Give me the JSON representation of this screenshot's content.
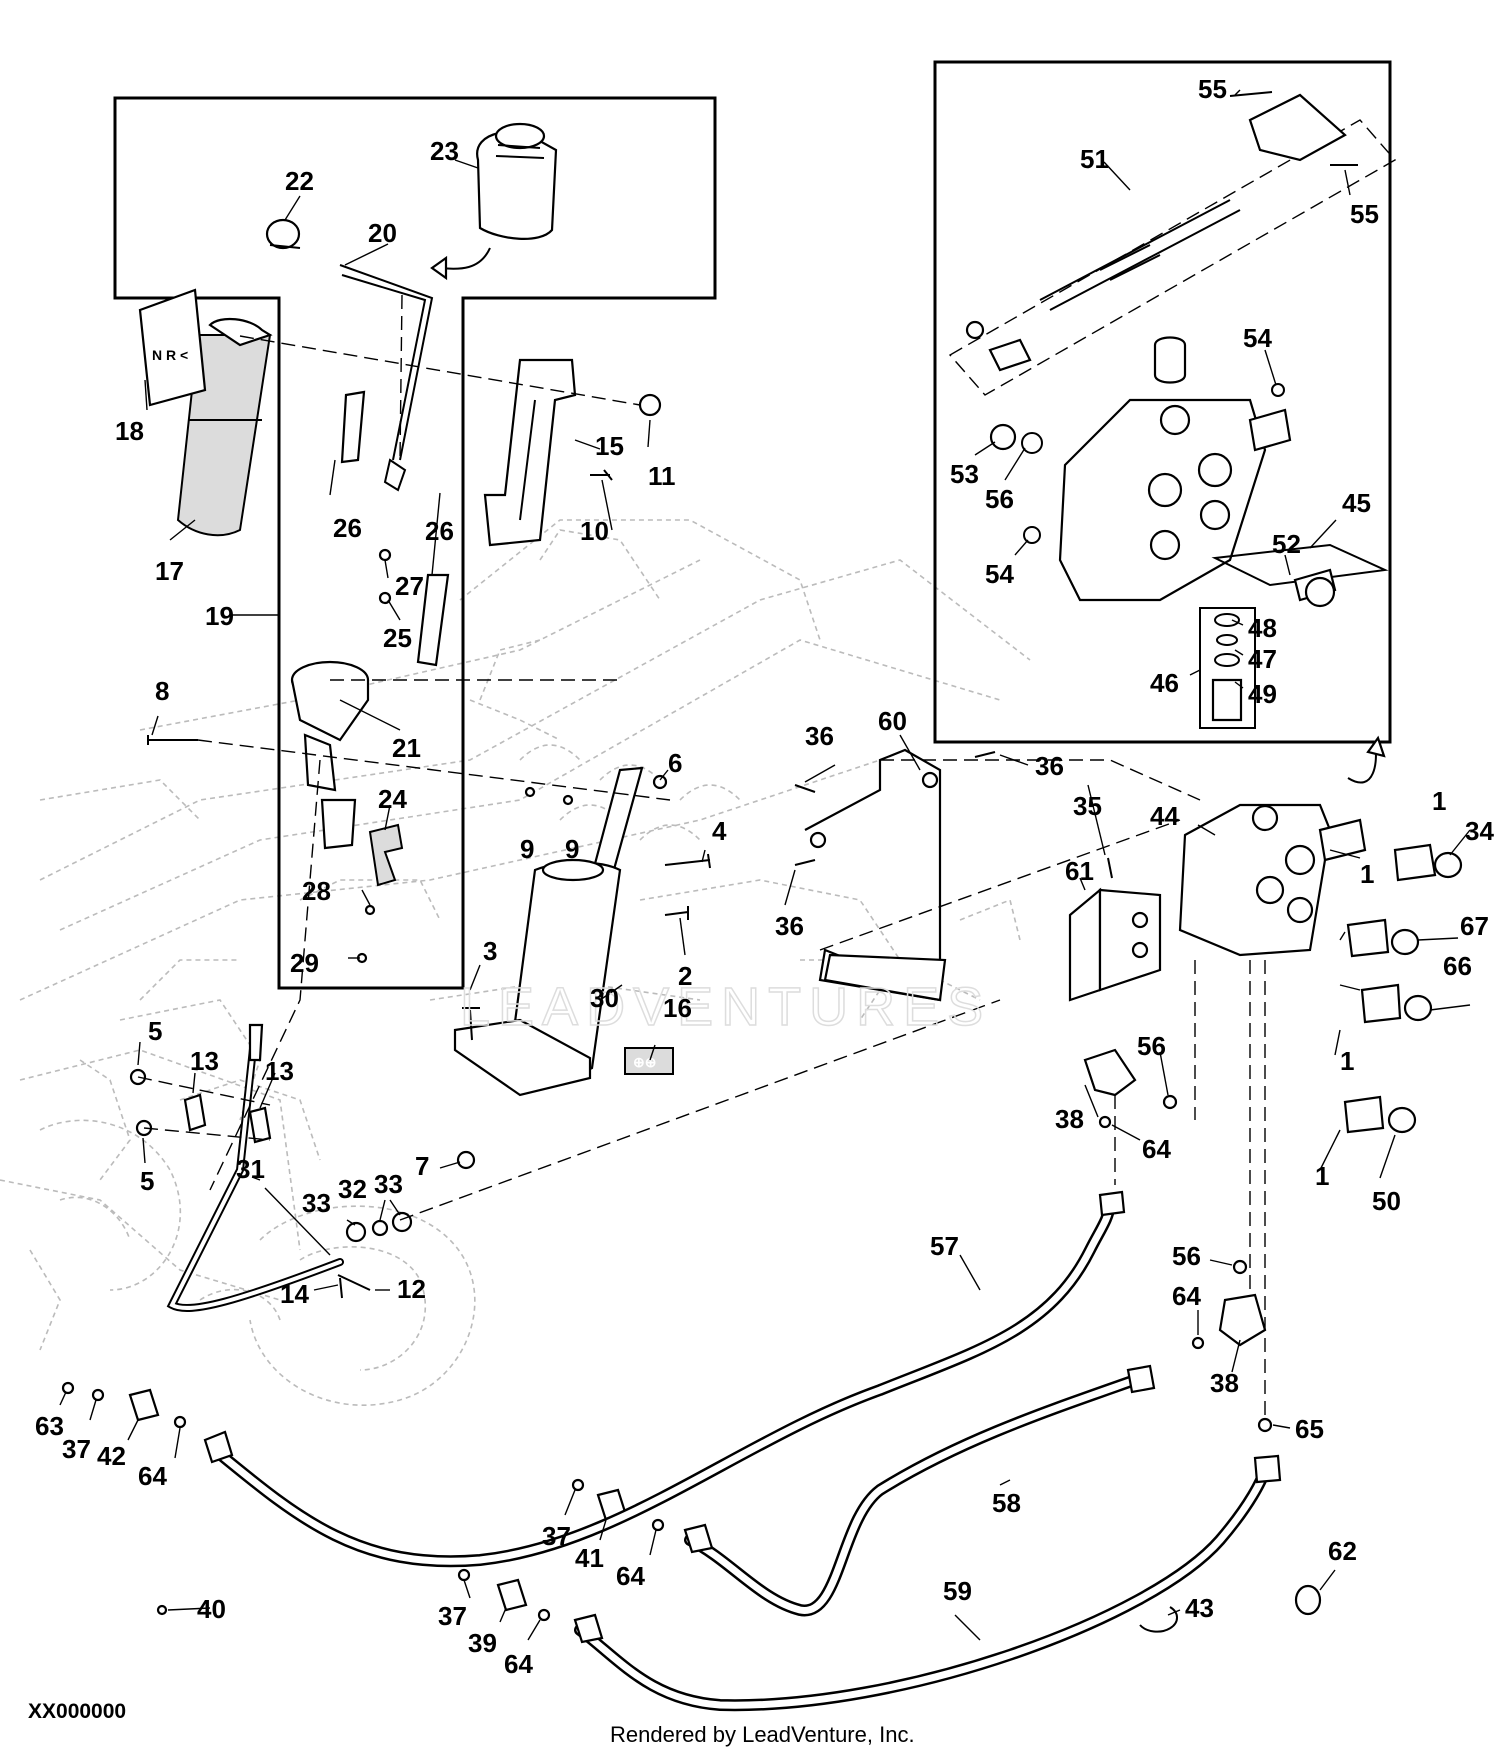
{
  "diagram": {
    "drawing_code": "XX000000",
    "rendered_by": "Rendered by LeadVenture, Inc.",
    "watermark": "LEADVENTURES",
    "callouts": {
      "c1a": "1",
      "c1b": "1",
      "c1c": "1",
      "c1d": "1",
      "c2": "2",
      "c3": "3",
      "c4": "4",
      "c5a": "5",
      "c5b": "5",
      "c6": "6",
      "c7": "7",
      "c8": "8",
      "c9a": "9",
      "c9b": "9",
      "c10": "10",
      "c11": "11",
      "c12": "12",
      "c13a": "13",
      "c13b": "13",
      "c14": "14",
      "c15": "15",
      "c16": "16",
      "c17": "17",
      "c18": "18",
      "c19": "19",
      "c20": "20",
      "c21": "21",
      "c22": "22",
      "c23": "23",
      "c24": "24",
      "c25": "25",
      "c26a": "26",
      "c26b": "26",
      "c27": "27",
      "c28": "28",
      "c29": "29",
      "c30": "30",
      "c31": "31",
      "c32": "32",
      "c33a": "33",
      "c33b": "33",
      "c34": "34",
      "c35": "35",
      "c36a": "36",
      "c36b": "36",
      "c36c": "36",
      "c37a": "37",
      "c37b": "37",
      "c37c": "37",
      "c38a": "38",
      "c38b": "38",
      "c39": "39",
      "c40": "40",
      "c41": "41",
      "c42": "42",
      "c43": "43",
      "c44": "44",
      "c45": "45",
      "c46": "46",
      "c47": "47",
      "c48": "48",
      "c49": "49",
      "c50": "50",
      "c51": "51",
      "c52": "52",
      "c53": "53",
      "c54a": "54",
      "c54b": "54",
      "c55a": "55",
      "c55b": "55",
      "c56a": "56",
      "c56b": "56",
      "c56c": "56",
      "c57": "57",
      "c58": "58",
      "c59": "59",
      "c60": "60",
      "c61": "61",
      "c62": "62",
      "c63": "63",
      "c64a": "64",
      "c64b": "64",
      "c64c": "64",
      "c64d": "64",
      "c64e": "64",
      "c65": "65",
      "c66": "66",
      "c67": "67"
    }
  }
}
